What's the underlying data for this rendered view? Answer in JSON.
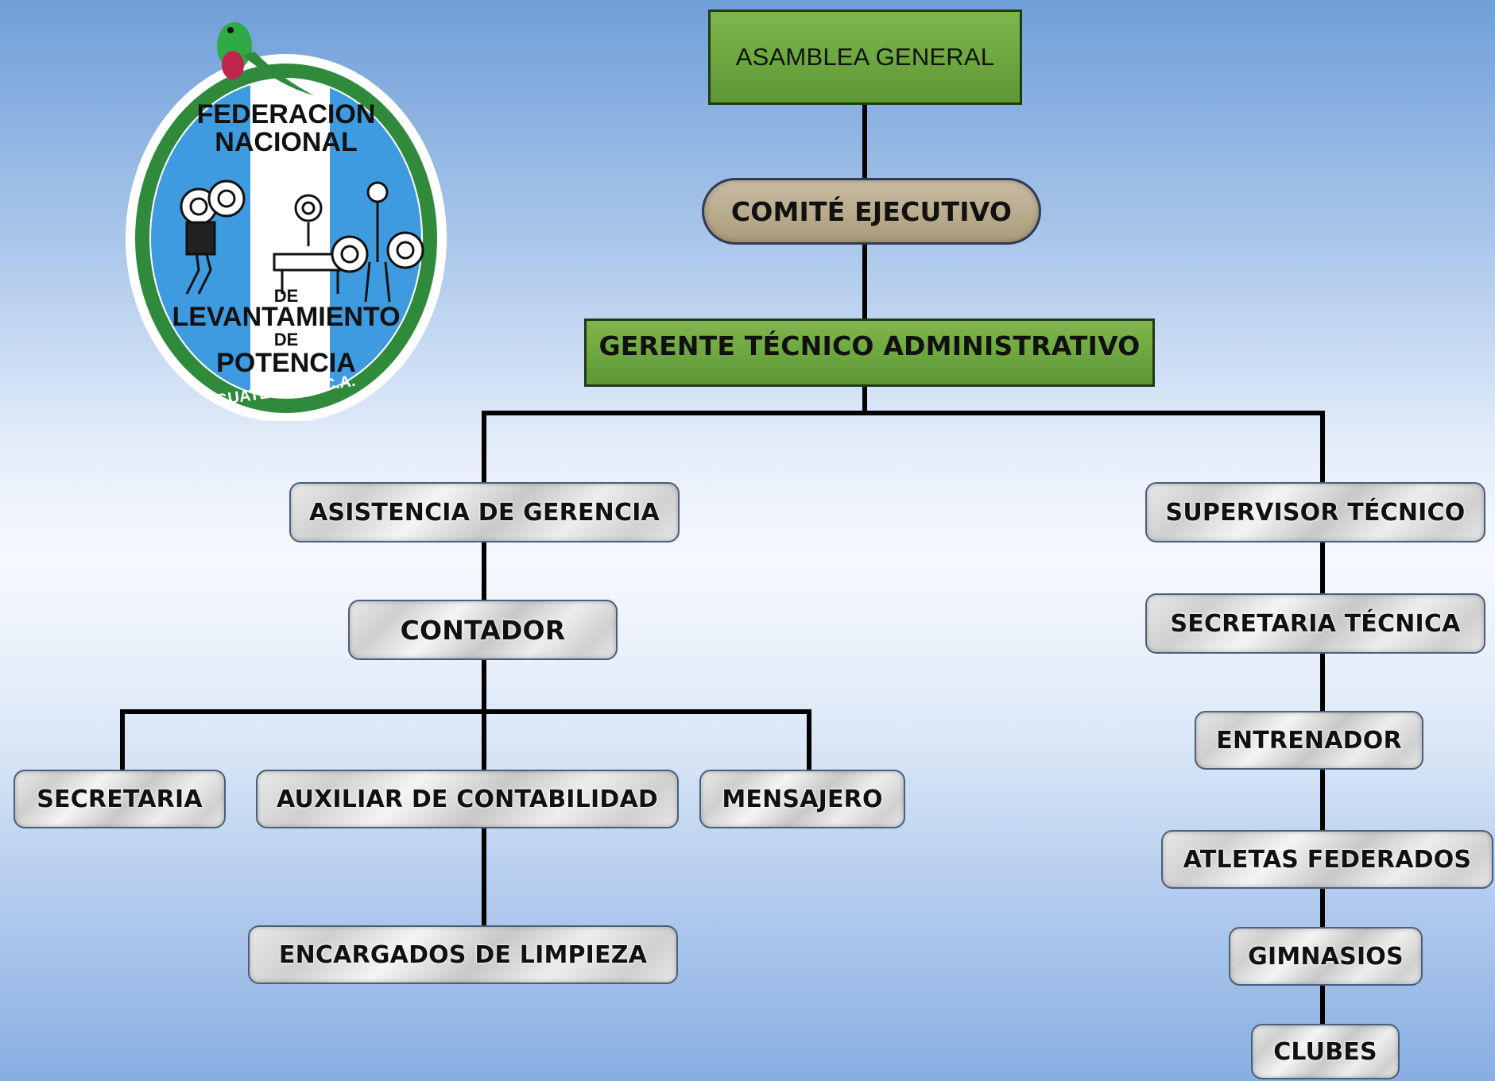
{
  "logo": {
    "line1": "FEDERACION",
    "line2": "NACIONAL",
    "line3": "DE",
    "line4": "LEVANTAMIENTO",
    "line5": "DE",
    "line6": "POTENCIA",
    "line7": "GUATEMALA, C.A."
  },
  "org": {
    "asamblea": "ASAMBLEA GENERAL",
    "comite": "COMITÉ EJECUTIVO",
    "gerente": "GERENTE TÉCNICO ADMINISTRATIVO",
    "asistencia": "ASISTENCIA DE GERENCIA",
    "contador": "CONTADOR",
    "secretaria": "SECRETARIA",
    "auxiliar": "AUXILIAR DE CONTABILIDAD",
    "mensajero": "MENSAJERO",
    "limpieza": "ENCARGADOS DE LIMPIEZA",
    "supervisor": "SUPERVISOR TÉCNICO",
    "secretaria_tecnica": "SECRETARIA TÉCNICA",
    "entrenador": "ENTRENADOR",
    "atletas": "ATLETAS FEDERADOS",
    "gimnasios": "GIMNASIOS",
    "clubes": "CLUBES"
  }
}
